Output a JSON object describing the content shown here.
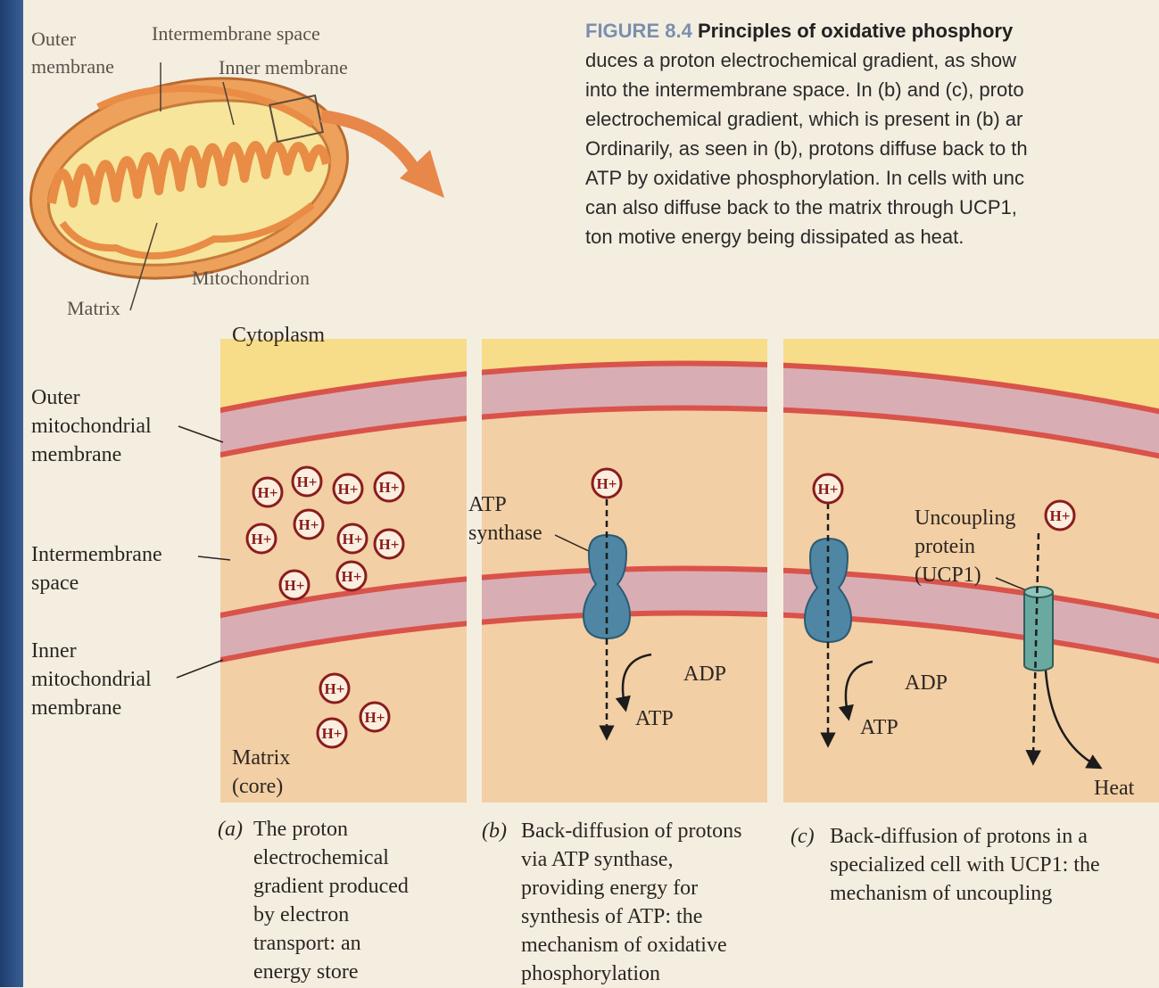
{
  "figure": {
    "number": "FIGURE 8.4",
    "title": "Principles of oxidative phosphory",
    "caption_lines": [
      "duces a proton electrochemical gradient, as show",
      "into the intermembrane space. In (b) and (c), proto",
      "electrochemical gradient, which is present in (b) ar",
      "Ordinarily, as seen in (b), protons diffuse back to th",
      "ATP by oxidative phosphorylation. In cells with unc",
      "can also diffuse back to the matrix through UCP1,",
      "ton motive energy being dissipated as heat."
    ]
  },
  "mito_labels": {
    "outer_membrane": "Outer\nmembrane",
    "intermembrane_space": "Intermembrane space",
    "inner_membrane": "Inner membrane",
    "mitochondrion": "Mitochondrion",
    "matrix": "Matrix"
  },
  "panel_labels": {
    "cytoplasm": "Cytoplasm",
    "outer_mito_membrane": "Outer\nmitochondrial\nmembrane",
    "intermembrane_space": "Intermembrane\nspace",
    "inner_mito_membrane": "Inner\nmitochondrial\nmembrane",
    "matrix_core": "Matrix\n(core)",
    "atp_synthase": "ATP\nsynthase",
    "uncoupling_protein": "Uncoupling\nprotein\n(UCP1)",
    "adp": "ADP",
    "atp": "ATP",
    "heat": "Heat",
    "proton": "H+"
  },
  "sub_captions": [
    {
      "letter": "(a)",
      "text": "The proton\nelectrochemical\ngradient produced\nby electron\ntransport: an\nenergy store"
    },
    {
      "letter": "(b)",
      "text": "Back-diffusion of protons\nvia ATP synthase,\nproviding energy for\nsynthesis of ATP: the\nmechanism of oxidative\nphosphorylation"
    },
    {
      "letter": "(c)",
      "text": "Back-diffusion of protons in a\nspecialized cell with UCP1: the\nmechanism of uncoupling"
    }
  ],
  "colors": {
    "outer_membrane_fill": "#d8aeb4",
    "membrane_edge": "#d9534a",
    "intermembrane_fill": "#f6d3a8",
    "matrix_fill": "#f7dc8a",
    "cytoplasm_fill": "#f2dcc2",
    "atp_synthase": "#4f86a3",
    "ucp1": "#6aa9a0",
    "mito_orange": "#eea15a",
    "mito_inner": "#f6e59a",
    "proton_ring": "#8a1c1c",
    "arrow_orange": "#e8874a"
  },
  "icons": [
    "curved-arrow-icon",
    "proton-icon",
    "atp-synthase-icon",
    "ucp1-channel-icon"
  ]
}
